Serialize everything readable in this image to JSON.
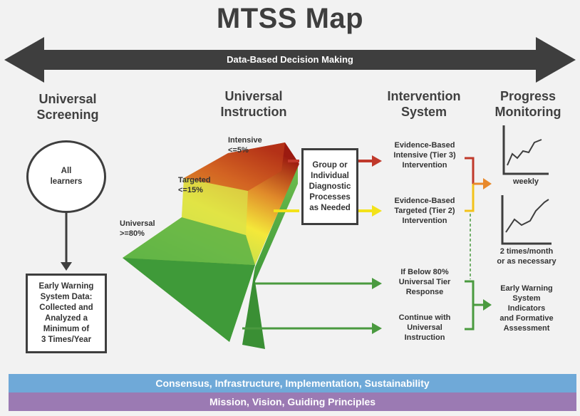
{
  "title": "MTSS Map",
  "arrow_label": "Data-Based Decision Making",
  "columns": {
    "screening": "Universal\nScreening",
    "instruction": "Universal\nInstruction",
    "intervention": "Intervention\nSystem",
    "monitoring": "Progress\nMonitoring"
  },
  "screening": {
    "circle_label": "All\nlearners",
    "ews_box": "Early Warning\nSystem Data:\nCollected and\nAnalyzed a\nMinimum of\n3 Times/Year"
  },
  "pyramid": {
    "intensive": "Intensive\n<=5%",
    "targeted": "Targeted\n<=15%",
    "universal": "Universal\n>=80%"
  },
  "diagnostic_box": "Group or\nIndividual\nDiagnostic\nProcesses\nas Needed",
  "intervention": {
    "tier3": "Evidence-Based\nIntensive (Tier 3)\nIntervention",
    "tier2": "Evidence-Based\nTargeted (Tier 2)\nIntervention",
    "below80": "If Below 80%\nUniversal Tier\nResponse",
    "continue": "Continue with\nUniversal\nInstruction"
  },
  "monitoring": {
    "weekly": "weekly",
    "biweekly": "2 times/month\nor as necessary",
    "early_warning": "Early Warning\nSystem\nIndicators\nand Formative\nAssessment"
  },
  "bands": {
    "top": "Consensus, Infrastructure, Implementation, Sustainability",
    "bottom": "Mission, Vision, Guiding Principles"
  },
  "colors": {
    "dark": "#3e3e3e",
    "red": "#c0392b",
    "yellow": "#f3e21a",
    "green": "#4a9a3f",
    "orange": "#e8892b",
    "band_blue": "#6fa9d8",
    "band_purple": "#9b7ab3"
  }
}
